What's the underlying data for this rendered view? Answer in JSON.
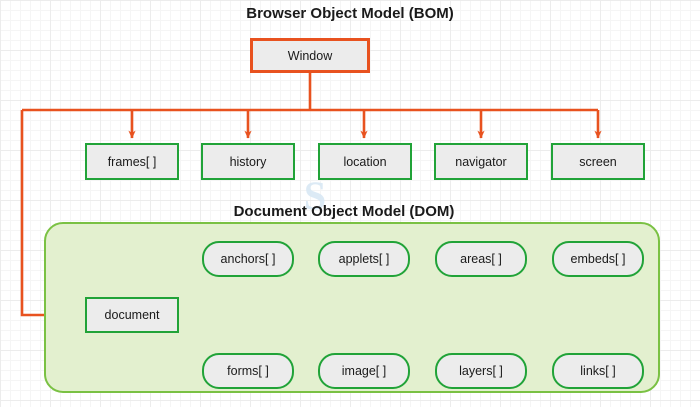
{
  "diagram": {
    "bom": {
      "title": "Browser Object Model (BOM)",
      "root": {
        "label": "Window"
      },
      "children": [
        {
          "label": "frames[ ]"
        },
        {
          "label": "history"
        },
        {
          "label": "location"
        },
        {
          "label": "navigator"
        },
        {
          "label": "screen"
        }
      ]
    },
    "dom": {
      "title": "Document Object Model (DOM)",
      "root": {
        "label": "document"
      },
      "top_row": [
        {
          "label": "anchors[ ]"
        },
        {
          "label": "applets[ ]"
        },
        {
          "label": "areas[ ]"
        },
        {
          "label": "embeds[ ]"
        }
      ],
      "bottom_row": [
        {
          "label": "forms[ ]"
        },
        {
          "label": "image[ ]"
        },
        {
          "label": "layers[ ]"
        },
        {
          "label": "links[ ]"
        }
      ]
    },
    "watermark": "S",
    "colors": {
      "orange": "#e8521f",
      "green_border": "#21a338",
      "panel_border": "#7ac143",
      "panel_fill": "#e3f0cf",
      "node_fill": "#ececec",
      "background": "#ffffff",
      "grid_line": "#ececec"
    }
  }
}
